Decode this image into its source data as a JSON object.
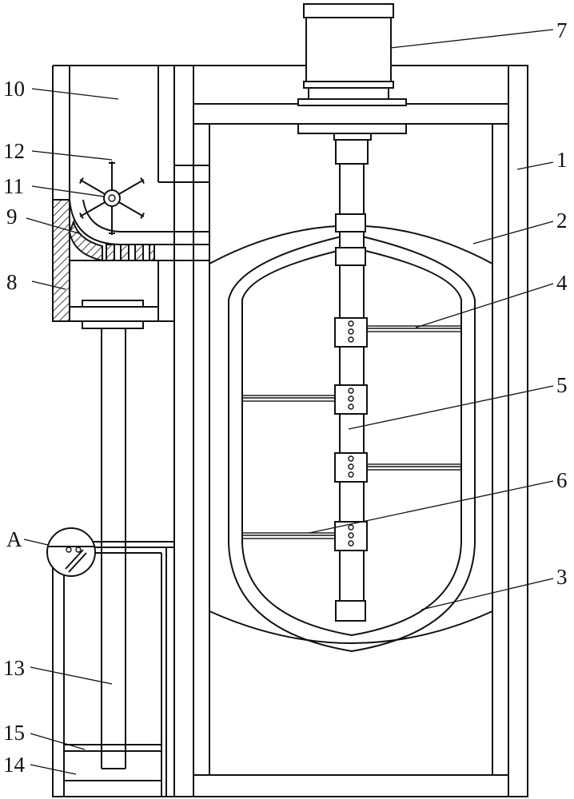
{
  "labels": {
    "l1": "1",
    "l2": "2",
    "l3": "3",
    "l4": "4",
    "l5": "5",
    "l6": "6",
    "l7": "7",
    "l8": "8",
    "l9": "9",
    "l10": "10",
    "l11": "11",
    "l12": "12",
    "l13": "13",
    "l14": "14",
    "l15": "15",
    "lA": "A"
  }
}
